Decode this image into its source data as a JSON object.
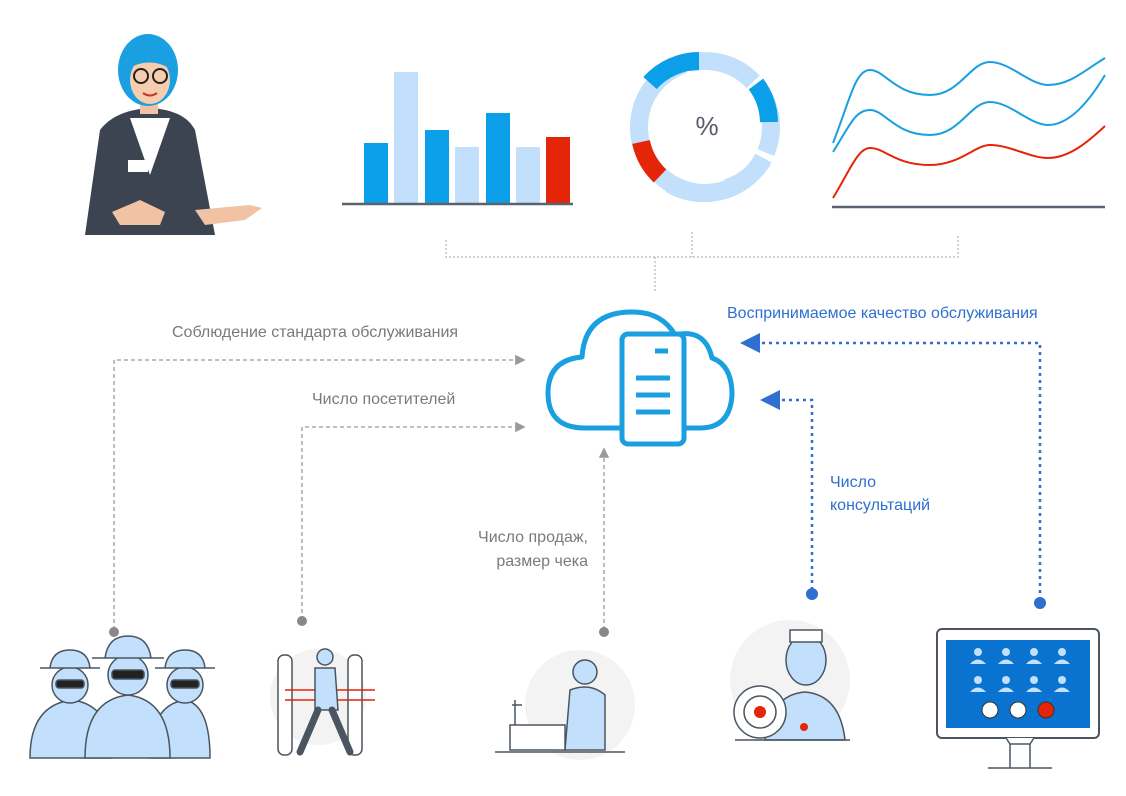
{
  "labels": {
    "service_standard": "Соблюдение стандарта обслуживания",
    "visitors": "Число посетителей",
    "sales_line1": "Число продаж,",
    "sales_line2": "размер чека",
    "consultations_line1": "Число",
    "consultations_line2": "консультаций",
    "perceived_quality": "Воспринимаемое качество обслуживания"
  },
  "donut_label": "%",
  "colors": {
    "accent_blue": "#0a9fe8",
    "light_blue": "#c2e0fb",
    "red": "#e42507",
    "flow_blue": "#2e6fd0",
    "flow_gray": "#9a9a9a",
    "cloud": "#1a9fe0"
  },
  "icons": [
    "presenter-woman",
    "bar-chart",
    "donut-chart",
    "line-chart",
    "cloud-server",
    "mystery-shoppers",
    "turnstile-visitor",
    "cashier",
    "consultant-nurse",
    "feedback-monitor"
  ]
}
